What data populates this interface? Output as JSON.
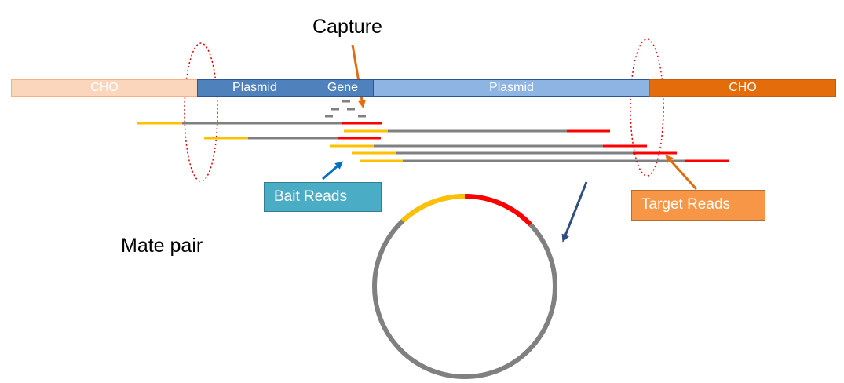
{
  "construct": {
    "cho_left_label": "CHO",
    "plasmid_left_label": "Plasmid",
    "gene_label": "Gene",
    "plasmid_right_label": "Plasmid",
    "cho_right_label": "CHO"
  },
  "labels": {
    "capture": "Capture",
    "bait_reads": "Bait Reads",
    "target_reads": "Target Reads",
    "mate_pair": "Mate pair"
  },
  "colors": {
    "cho_left": "#fbd6bd",
    "cho_right": "#e46c0a",
    "plasmid_dark": "#4f81bd",
    "plasmid_light": "#8eb4e3",
    "bait": "#ffc000",
    "target": "#ff0000",
    "read_gray": "#808080",
    "bait_box": "#4bacc6",
    "target_box": "#f79646"
  }
}
